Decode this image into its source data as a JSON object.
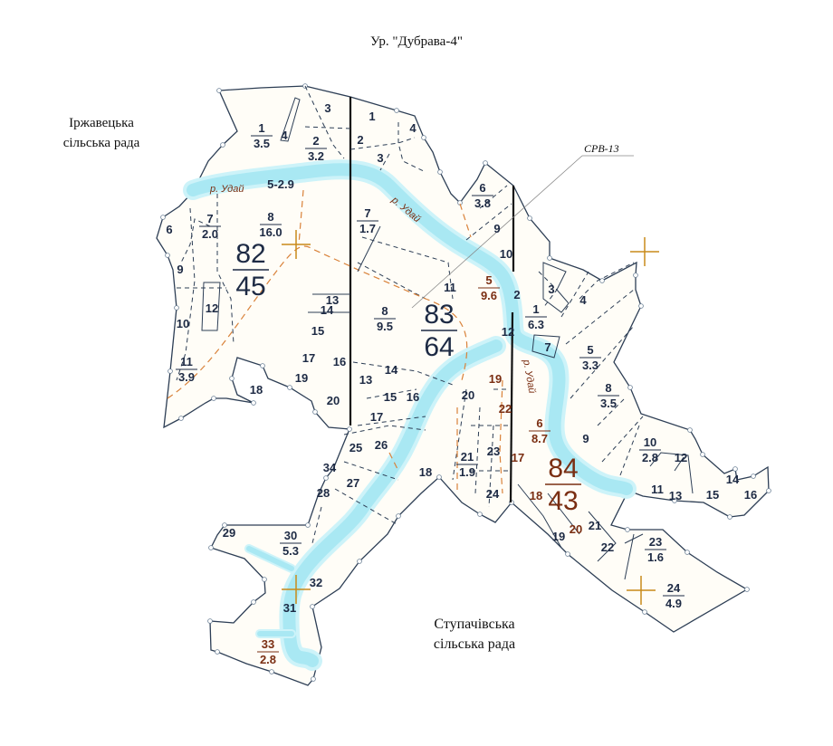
{
  "title": "Ур. \"Дубрава-4\"",
  "regions": {
    "northwest": [
      "Іржавецька",
      "сільська рада"
    ],
    "south": [
      "Ступачівська",
      "сільська рада"
    ]
  },
  "marker_label": "СРВ-13",
  "river_label": "р. Удай",
  "colors": {
    "boundary": "#2d3e55",
    "river": "#a9e8f3",
    "brown": "#7a2e12",
    "orange": "#d9823a",
    "cross": "#c88a1a"
  },
  "quarters": [
    {
      "number": "82",
      "area": "45",
      "brown": false,
      "plots": [
        {
          "n": "1",
          "a": "3.5"
        },
        {
          "n": "4"
        },
        {
          "n": "3"
        },
        {
          "n": "2",
          "a": "3.2"
        },
        {
          "n": "5-2.9"
        },
        {
          "n": "6"
        },
        {
          "n": "7",
          "a": "2.0"
        },
        {
          "n": "8",
          "a": "16.0"
        },
        {
          "n": "9"
        },
        {
          "n": "10"
        },
        {
          "n": "11",
          "a": "3.9"
        },
        {
          "n": "12"
        },
        {
          "n": "13"
        },
        {
          "n": "14"
        },
        {
          "n": "15"
        },
        {
          "n": "17"
        },
        {
          "n": "16"
        },
        {
          "n": "19"
        },
        {
          "n": "18"
        },
        {
          "n": "20"
        }
      ]
    },
    {
      "number": "83",
      "area": "64",
      "brown": false,
      "plots": [
        {
          "n": "1"
        },
        {
          "n": "4"
        },
        {
          "n": "2"
        },
        {
          "n": "3"
        },
        {
          "n": "6",
          "a": "3.8"
        },
        {
          "n": "7",
          "a": "1.7"
        },
        {
          "n": "9"
        },
        {
          "n": "10"
        },
        {
          "n": "11"
        },
        {
          "n": "5",
          "a": "9.6",
          "brown": true
        },
        {
          "n": "2"
        },
        {
          "n": "8",
          "a": "9.5"
        },
        {
          "n": "12"
        },
        {
          "n": "13"
        },
        {
          "n": "14"
        },
        {
          "n": "15"
        },
        {
          "n": "16"
        },
        {
          "n": "17"
        },
        {
          "n": "19",
          "brown": true
        },
        {
          "n": "20"
        },
        {
          "n": "22",
          "brown": true
        },
        {
          "n": "21",
          "a": "1.9"
        },
        {
          "n": "23"
        },
        {
          "n": "24"
        },
        {
          "n": "17",
          "brown": true
        },
        {
          "n": "18"
        },
        {
          "n": "25"
        },
        {
          "n": "26"
        },
        {
          "n": "34"
        },
        {
          "n": "27"
        },
        {
          "n": "28"
        },
        {
          "n": "29"
        },
        {
          "n": "30",
          "a": "5.3"
        },
        {
          "n": "32"
        },
        {
          "n": "31"
        },
        {
          "n": "33",
          "a": "2.8",
          "brown": true
        }
      ]
    },
    {
      "number": "84",
      "area": "43",
      "brown": true,
      "plots": [
        {
          "n": "3"
        },
        {
          "n": "4"
        },
        {
          "n": "1",
          "a": "6.3"
        },
        {
          "n": "7"
        },
        {
          "n": "5",
          "a": "3.3"
        },
        {
          "n": "8",
          "a": "3.5"
        },
        {
          "n": "9"
        },
        {
          "n": "6",
          "a": "8.7",
          "brown": true
        },
        {
          "n": "10",
          "a": "2.8"
        },
        {
          "n": "12"
        },
        {
          "n": "11"
        },
        {
          "n": "13"
        },
        {
          "n": "14"
        },
        {
          "n": "15"
        },
        {
          "n": "16"
        },
        {
          "n": "18",
          "brown": true
        },
        {
          "n": "19"
        },
        {
          "n": "20",
          "brown": true
        },
        {
          "n": "21"
        },
        {
          "n": "22"
        },
        {
          "n": "23",
          "a": "1.6"
        },
        {
          "n": "24",
          "a": "4.9"
        }
      ]
    }
  ]
}
